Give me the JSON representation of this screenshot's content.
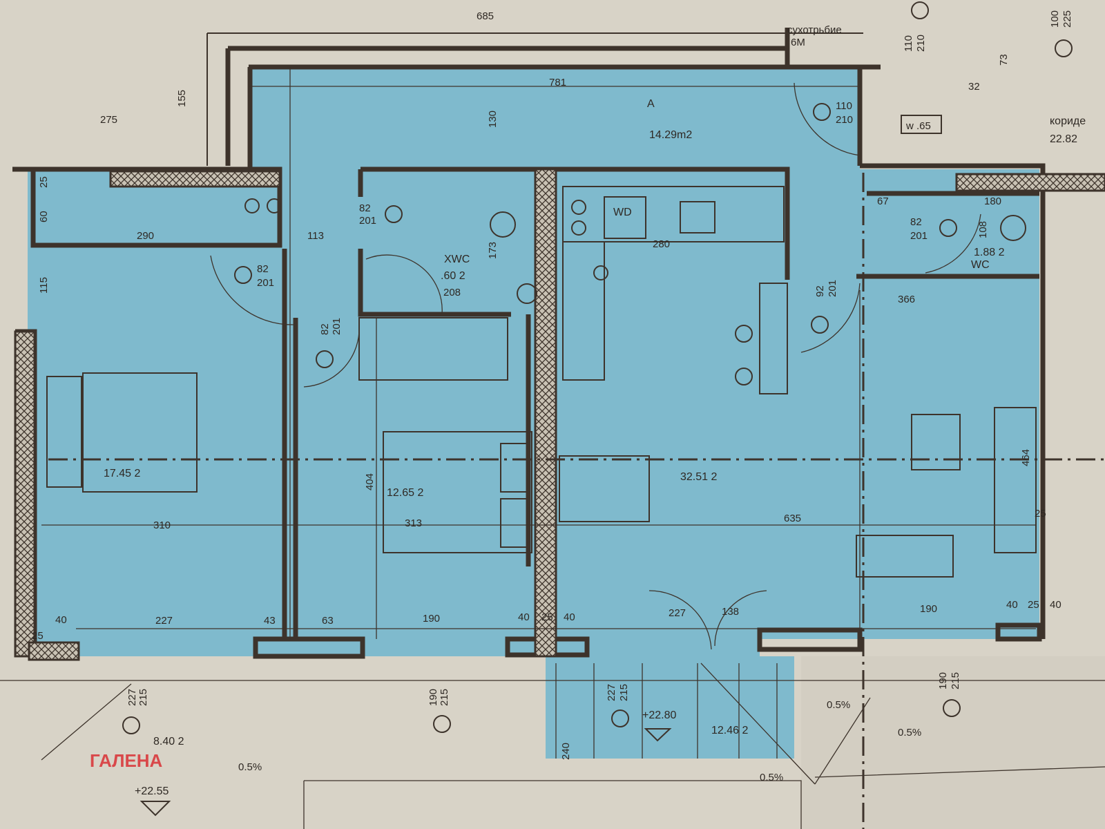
{
  "colors": {
    "background": "#d8d3c7",
    "apartment_fill": "#7fbacd",
    "walls": "#3d332b",
    "logo": "#d9484a"
  },
  "logo": "ГАЛЕНА",
  "rooms": {
    "corridor_a_letter": "A",
    "corridor_a_area": "14.29m2",
    "bedroom1_area": "17.45 2",
    "bedroom2_area": "12.65 2",
    "living_area": "32.51 2",
    "bath_name": "XWC",
    "bath_area": ".60 2",
    "wc_name": "WC",
    "wc_area": "1.88 2",
    "terrace1_area": "8.40 2",
    "terrace2_area": "12.46 2",
    "dw": "WD",
    "common_corridor": "кориде",
    "common_corridor_area": "22.82",
    "shaft_label": "сухотрьбие",
    "shaft_sub": "6М",
    "window_tag": "w .65"
  },
  "levels": {
    "terrace1": "+22.55",
    "terrace2": "+22.80"
  },
  "slopes": {
    "s1": "0.5%",
    "s2": "0.5%",
    "s3": "0.5%",
    "s4": "0.5%"
  },
  "dims": {
    "d685": "685",
    "d275": "275",
    "d155": "155",
    "d781": "781",
    "d130": "130",
    "d25a": "25",
    "d60": "60",
    "d290": "290",
    "d113": "113",
    "d115": "115",
    "d173": "173",
    "d208": "208",
    "d280": "280",
    "d67": "67",
    "d180": "180",
    "d108": "108",
    "d366": "366",
    "d404": "404",
    "d313": "313",
    "d310": "310",
    "d635": "635",
    "d464": "464",
    "d25b": "25",
    "d227a": "227",
    "d43": "43",
    "d63": "63",
    "d190a": "190",
    "d40a": "40",
    "d25c": "25",
    "d40b": "40",
    "d227b": "227",
    "d138": "138",
    "d190b": "190",
    "d40c": "40",
    "d25d": "25",
    "d40d": "40",
    "d240": "240",
    "d73": "73",
    "d32": "32",
    "d40e": "40",
    "d25e": "25"
  },
  "doors": {
    "entry": {
      "w": "110",
      "h": "210"
    },
    "top": {
      "w": "110",
      "h": "210"
    },
    "topright": {
      "w": "100",
      "h": "225"
    },
    "bath": {
      "w": "82",
      "h": "201"
    },
    "bed1": {
      "w": "82",
      "h": "201"
    },
    "bed2": {
      "w": "82",
      "h": "201"
    },
    "wc": {
      "w": "82",
      "h": "201"
    },
    "living": {
      "w": "92",
      "h": "201"
    },
    "balc1": {
      "w": "227",
      "h": "215"
    },
    "balc2": {
      "w": "190",
      "h": "215"
    },
    "balc3": {
      "w": "227",
      "h": "215"
    },
    "balc4": {
      "w": "190",
      "h": "215"
    }
  }
}
